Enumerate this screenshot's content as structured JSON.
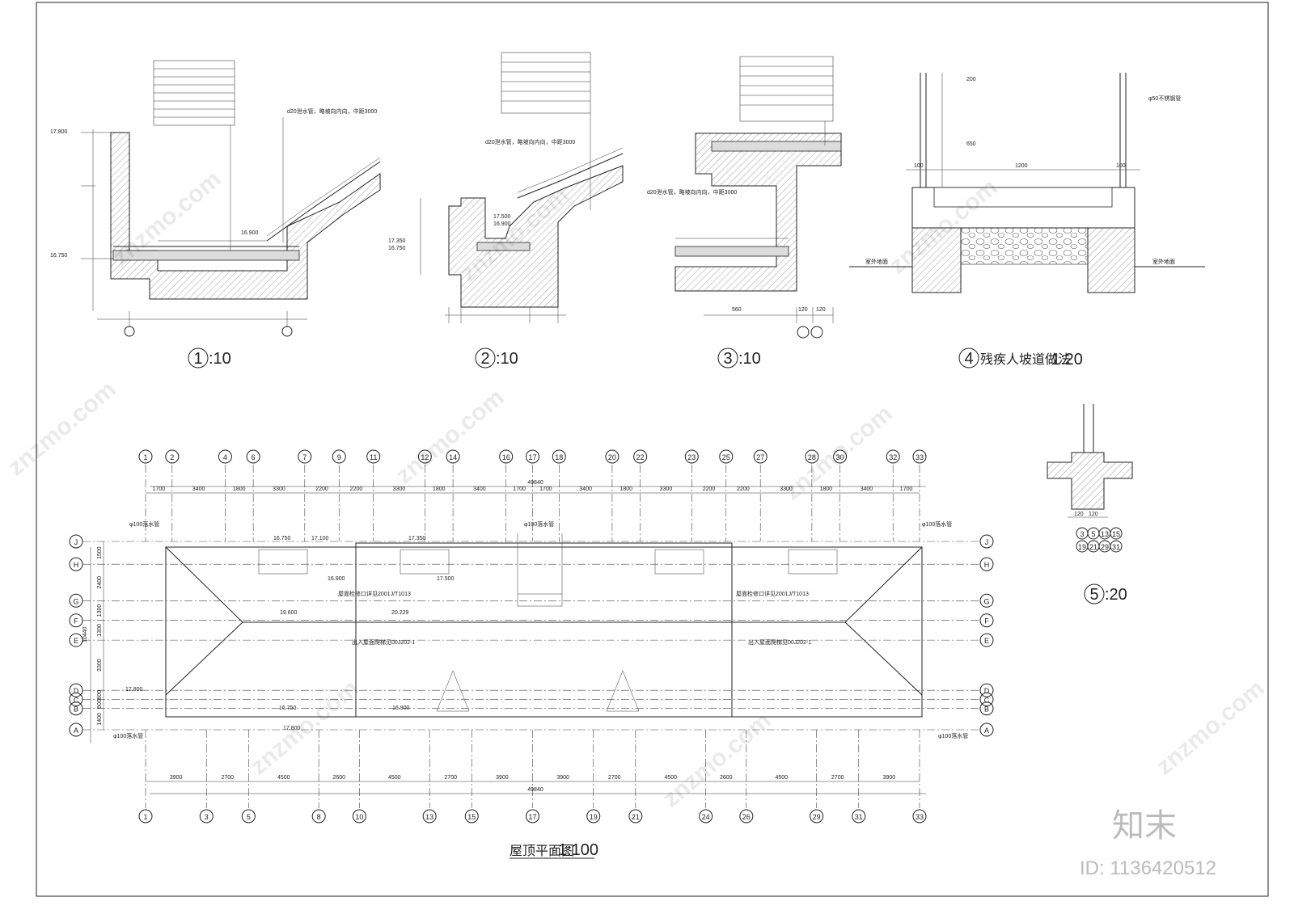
{
  "details": [
    {
      "number": "1",
      "scale": ":10",
      "labels": [
        "17.800",
        "16.750",
        "16.900",
        "d20泄水管，略坡向内向，中距3000"
      ]
    },
    {
      "number": "2",
      "scale": ":10",
      "labels": [
        "17.350",
        "16.750",
        "17.500",
        "16.900",
        "d20泄水管，略坡向内向，中距3000"
      ]
    },
    {
      "number": "3",
      "scale": ":10",
      "labels": [
        "d20泄水管，略坡向内向，中距3000",
        "560",
        "120",
        "120"
      ]
    },
    {
      "number": "4",
      "title": "残疾人坡道做法",
      "scale": "1:20",
      "labels": [
        "200",
        "650",
        "1200",
        "100",
        "100",
        "φ50不锈钢管",
        "室外地面",
        "室外地面"
      ]
    },
    {
      "number": "5",
      "scale": ":20",
      "labels": [
        "120",
        "120"
      ],
      "axis_refs": [
        "3",
        "5",
        "13",
        "15",
        "19",
        "21",
        "29",
        "31"
      ]
    }
  ],
  "plan": {
    "title": "屋顶平面图",
    "scale": "1:100",
    "total_dim": "49840",
    "top_axes": [
      "1",
      "2",
      "4",
      "6",
      "7",
      "9",
      "11",
      "12",
      "14",
      "16",
      "17",
      "18",
      "20",
      "22",
      "23",
      "25",
      "27",
      "28",
      "30",
      "32",
      "33"
    ],
    "top_dims": [
      "1700",
      "3400",
      "1800",
      "3300",
      "2200",
      "2200",
      "3300",
      "1800",
      "3400",
      "1700",
      "1700",
      "3400",
      "1800",
      "3300",
      "2200",
      "2200",
      "3300",
      "1800",
      "3400",
      "1700"
    ],
    "bottom_axes": [
      "1",
      "3",
      "5",
      "8",
      "10",
      "13",
      "15",
      "17",
      "19",
      "21",
      "24",
      "26",
      "29",
      "31",
      "33"
    ],
    "bottom_dims": [
      "3900",
      "2700",
      "4500",
      "2600",
      "4500",
      "2700",
      "3900",
      "3900",
      "2700",
      "4500",
      "2600",
      "4500",
      "2700",
      "3900"
    ],
    "row_axes": [
      "J",
      "H",
      "G",
      "F",
      "E",
      "D",
      "C",
      "B",
      "A"
    ],
    "row_dims": [
      "1500",
      "2400",
      "1300",
      "1300",
      "3300",
      "600",
      "600",
      "1400"
    ],
    "overall_rows": "10440",
    "annotations": [
      "φ100落水管",
      "φ100落水管",
      "φ100落水管",
      "φ100落水管",
      "φ100落水管",
      "16.750",
      "17.100",
      "17.350",
      "17.500",
      "16.900",
      "17.800",
      "16.750",
      "16.900",
      "17.800",
      "19.600",
      "20.229",
      "屋面检修口详见2001J/T1013",
      "屋面检修口详见2001J/T1013",
      "出入屋面爬梯见00J202-1",
      "出入屋面爬梯见00J202-1"
    ]
  },
  "watermark": {
    "site": "znzmo.com",
    "brand": "知末",
    "id": "ID: 1136420512"
  }
}
